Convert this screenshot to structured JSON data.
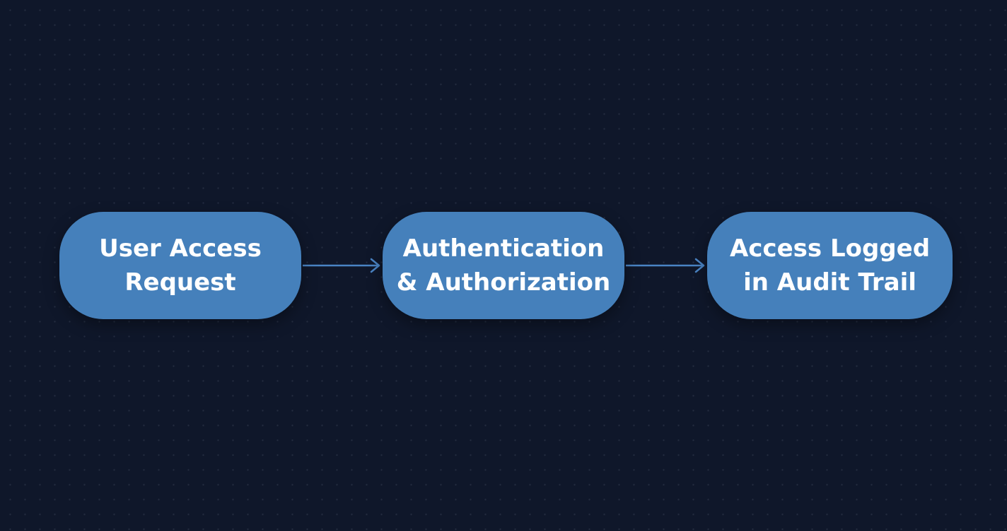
{
  "diagram": {
    "nodes": [
      {
        "line1": "User Access",
        "line2": "Request"
      },
      {
        "line1": "Authentication",
        "line2": "& Authorization"
      },
      {
        "line1": "Access Logged",
        "line2": "in Audit Trail"
      }
    ],
    "colors": {
      "background": "#0f172a",
      "node_fill": "#4580bb",
      "node_text": "#ffffff",
      "connector": "#4a84c4"
    }
  }
}
